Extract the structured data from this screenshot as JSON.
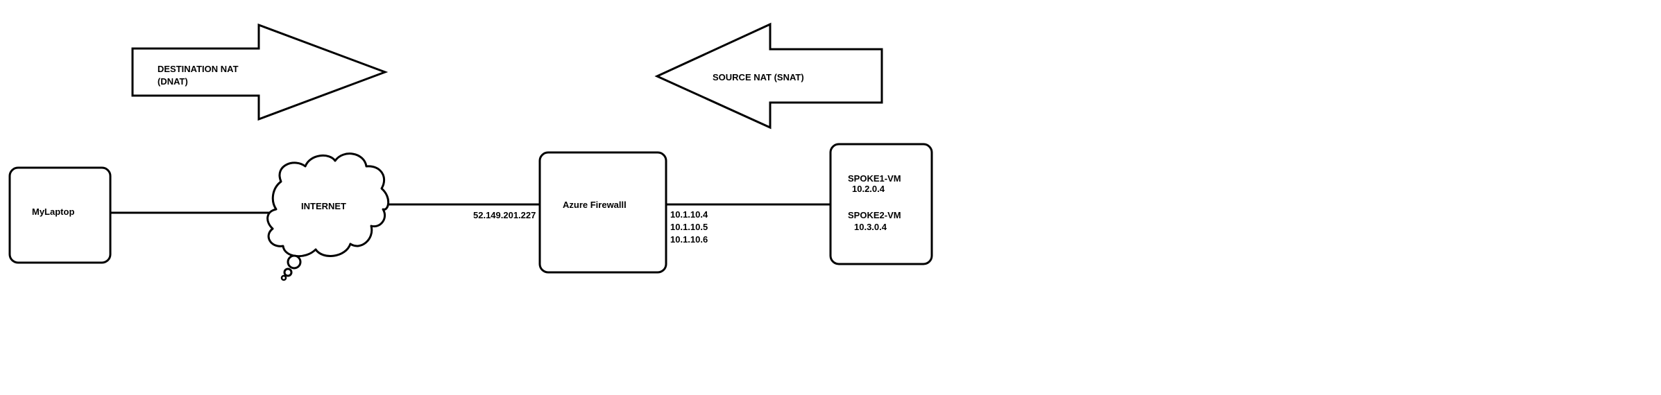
{
  "arrows": {
    "dnat": {
      "line1": "DESTINATION NAT",
      "line2": "(DNAT)"
    },
    "snat": {
      "label": "SOURCE NAT (SNAT)"
    }
  },
  "nodes": {
    "laptop": {
      "label": "MyLaptop"
    },
    "internet": {
      "label": "INTERNET"
    },
    "firewall": {
      "label": "Azure Firewalll"
    },
    "spokes": {
      "spoke1_name": "SPOKE1-VM",
      "spoke1_ip": "10.2.0.4",
      "spoke2_name": "SPOKE2-VM",
      "spoke2_ip": "10.3.0.4"
    }
  },
  "links": {
    "firewall_public_ip": "52.149.201.227",
    "firewall_private_ips": [
      "10.1.10.4",
      "10.1.10.5",
      "10.1.10.6"
    ]
  }
}
